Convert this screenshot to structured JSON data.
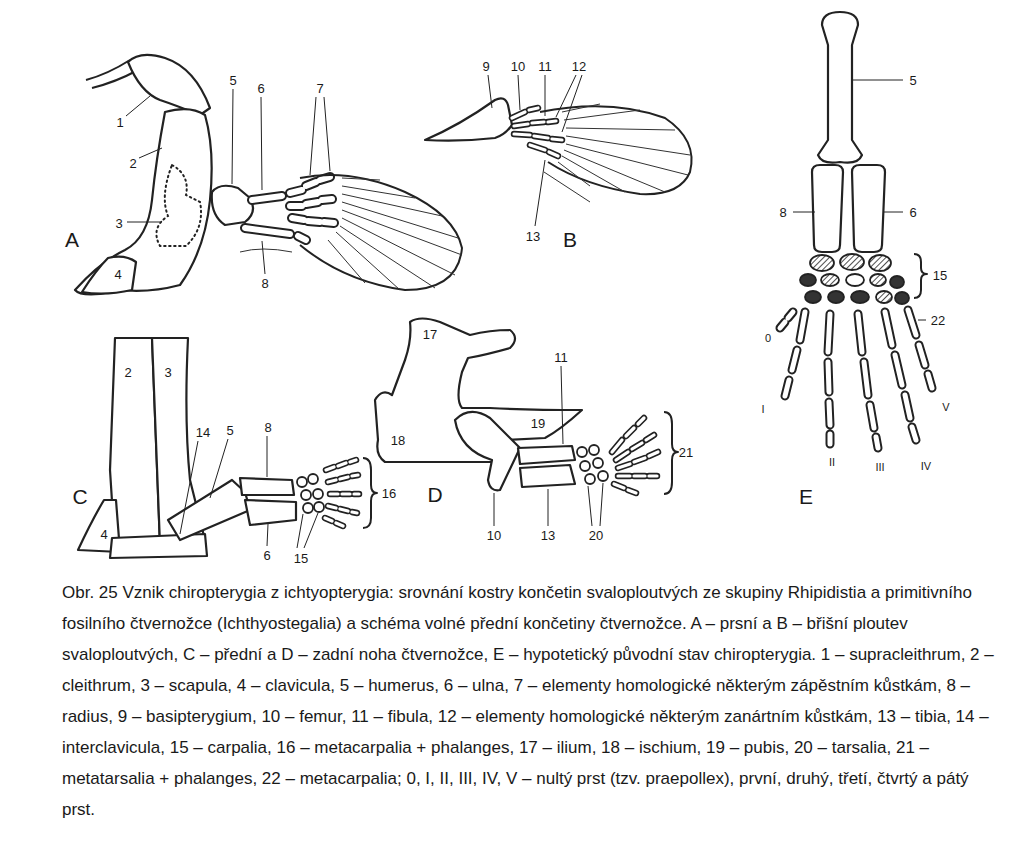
{
  "diagram": {
    "caption": "Obr. 25 Vznik chiropterygia z ichtyopterygia: srovnání kostry končetin svaloploutvých ze skupiny Rhipidistia a primitivního fosilního čtvernožce (Ichthyostegalia) a schéma volné přední končetiny čtvernožce. A – prsní a B – břišní ploutev svaloploutvých, C – přední a D – zadní noha čtvernožce, E – hypotetický původní stav chiropterygia. 1 – supracleithrum, 2 – cleithrum, 3 – scapula, 4 – clavicula, 5 – humerus, 6 – ulna, 7 – elementy homologické některým zápěstním kůstkám, 8 – radius, 9 – basipterygium, 10 – femur, 11 – fibula, 12 – elementy homologické některým zanártním kůstkám, 13 – tibia, 14 – interclavicula, 15 – carpalia, 16 – metacarpalia + phalanges, 17 – ilium, 18 – ischium, 19 – pubis, 20 – tarsalia, 21 – metatarsalia + phalanges, 22 – metacarpalia; 0, I, II, III, IV, V – nultý prst (tzv. praepollex), první, druhý, třetí, čtvrtý a pátý prst.",
    "labels": [
      "1",
      "2",
      "3",
      "4",
      "5",
      "6",
      "7",
      "8",
      "A",
      "9",
      "10",
      "11",
      "12",
      "13",
      "B",
      "2",
      "3",
      "14",
      "5",
      "8",
      "16",
      "C",
      "4",
      "6",
      "15",
      "17",
      "11",
      "18",
      "19",
      "21",
      "D",
      "10",
      "13",
      "20",
      "5",
      "8",
      "6",
      "15",
      "22",
      "0",
      "I",
      "II",
      "III",
      "IV",
      "V",
      "E"
    ]
  }
}
